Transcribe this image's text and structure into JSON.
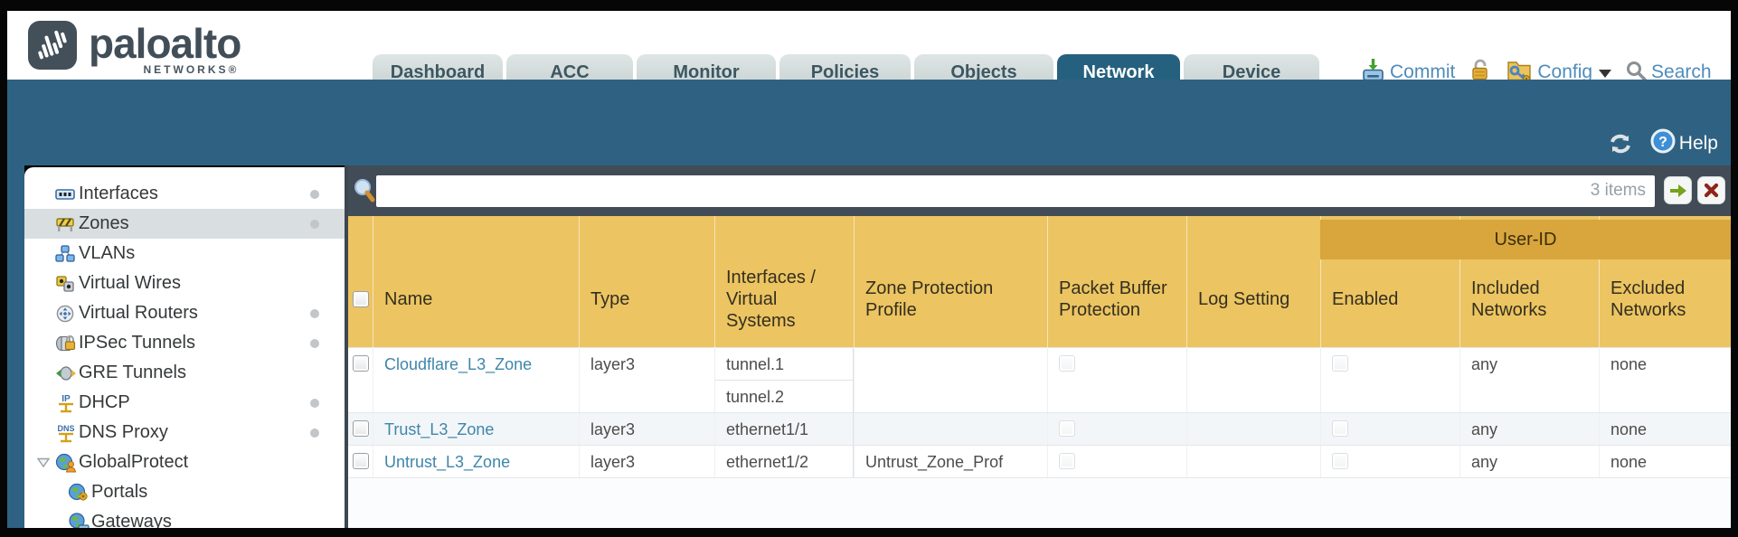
{
  "brand": {
    "name": "paloalto",
    "networks": "NETWORKS®"
  },
  "nav": {
    "tabs": [
      {
        "label": "Dashboard",
        "active": false
      },
      {
        "label": "ACC",
        "active": false
      },
      {
        "label": "Monitor",
        "active": false
      },
      {
        "label": "Policies",
        "active": false
      },
      {
        "label": "Objects",
        "active": false
      },
      {
        "label": "Network",
        "active": true
      },
      {
        "label": "Device",
        "active": false
      }
    ],
    "actions": [
      {
        "name": "commit",
        "label": "Commit",
        "icon": "commit-icon"
      },
      {
        "name": "lock",
        "label": "",
        "icon": "lock-icon"
      },
      {
        "name": "config",
        "label": "Config",
        "icon": "config-icon",
        "caret": true
      },
      {
        "name": "search",
        "label": "Search",
        "icon": "search-icon"
      }
    ]
  },
  "subheader": {
    "help_label": "Help"
  },
  "sidebar": {
    "items": [
      {
        "label": "Interfaces",
        "icon": "interfaces-icon",
        "dot": true,
        "selected": false,
        "child": false,
        "expanded": false
      },
      {
        "label": "Zones",
        "icon": "zones-icon",
        "dot": true,
        "selected": true,
        "child": false,
        "expanded": false
      },
      {
        "label": "VLANs",
        "icon": "vlans-icon",
        "dot": false,
        "selected": false,
        "child": false,
        "expanded": false
      },
      {
        "label": "Virtual Wires",
        "icon": "virtual-wires-icon",
        "dot": false,
        "selected": false,
        "child": false,
        "expanded": false
      },
      {
        "label": "Virtual Routers",
        "icon": "virtual-routers-icon",
        "dot": true,
        "selected": false,
        "child": false,
        "expanded": false
      },
      {
        "label": "IPSec Tunnels",
        "icon": "ipsec-tunnels-icon",
        "dot": true,
        "selected": false,
        "child": false,
        "expanded": false
      },
      {
        "label": "GRE Tunnels",
        "icon": "gre-tunnels-icon",
        "dot": false,
        "selected": false,
        "child": false,
        "expanded": false
      },
      {
        "label": "DHCP",
        "icon": "dhcp-icon",
        "dot": true,
        "selected": false,
        "child": false,
        "expanded": false
      },
      {
        "label": "DNS Proxy",
        "icon": "dns-proxy-icon",
        "dot": true,
        "selected": false,
        "child": false,
        "expanded": false
      },
      {
        "label": "GlobalProtect",
        "icon": "globalprotect-icon",
        "dot": false,
        "selected": false,
        "child": false,
        "expanded": true
      },
      {
        "label": "Portals",
        "icon": "portals-icon",
        "dot": false,
        "selected": false,
        "child": true,
        "expanded": false
      },
      {
        "label": "Gateways",
        "icon": "gateways-icon",
        "dot": false,
        "selected": false,
        "child": true,
        "expanded": false
      }
    ]
  },
  "filterbar": {
    "value": "",
    "items_count": "3 items"
  },
  "table": {
    "user_id_group_label": "User-ID",
    "columns": [
      "Name",
      "Type",
      "Interfaces / Virtual Systems",
      "Zone Protection Profile",
      "Packet Buffer Protection",
      "Log Setting",
      "Enabled",
      "Included Networks",
      "Excluded Networks"
    ],
    "rows": [
      {
        "name": "Cloudflare_L3_Zone",
        "type": "layer3",
        "interfaces": [
          "tunnel.1",
          "tunnel.2"
        ],
        "zone_protection_profile": "",
        "log_setting": "",
        "included_networks": "any",
        "excluded_networks": "none"
      },
      {
        "name": "Trust_L3_Zone",
        "type": "layer3",
        "interfaces": [
          "ethernet1/1"
        ],
        "zone_protection_profile": "",
        "log_setting": "",
        "included_networks": "any",
        "excluded_networks": "none"
      },
      {
        "name": "Untrust_L3_Zone",
        "type": "layer3",
        "interfaces": [
          "ethernet1/2"
        ],
        "zone_protection_profile": "Untrust_Zone_Prof",
        "log_setting": "",
        "included_networks": "any",
        "excluded_networks": "none"
      }
    ]
  },
  "colors": {
    "teal_band": "#2f6282",
    "active_tab": "#25607f",
    "header_gold": "#ecc462",
    "user_id_band": "#d8a63c",
    "filter_bar": "#414c57",
    "link_blue": "#3e86ab",
    "action_blue": "#4e8cba",
    "logo_slate": "#414e58"
  }
}
